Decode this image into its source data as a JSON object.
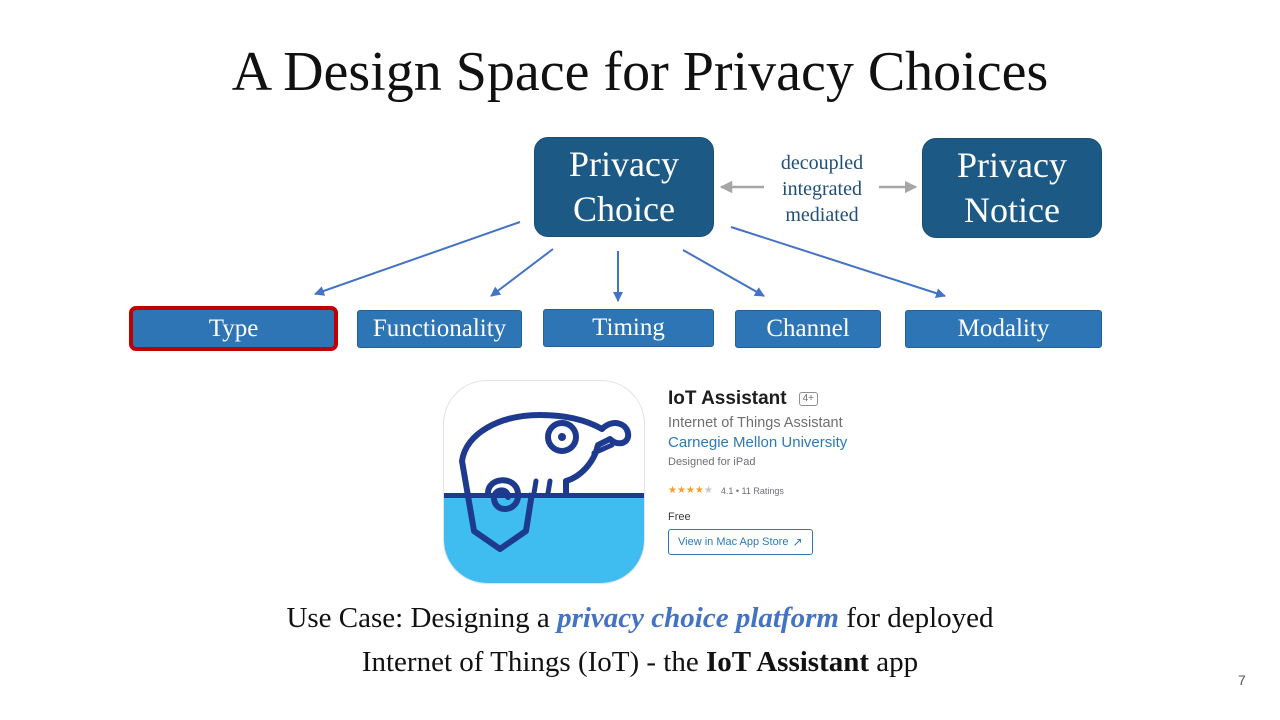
{
  "slide": {
    "title": "A Design Space for Privacy Choices",
    "page_number": "7"
  },
  "diagram": {
    "privacy_choice": {
      "line1": "Privacy",
      "line2": "Choice"
    },
    "privacy_notice": {
      "line1": "Privacy",
      "line2": "Notice"
    },
    "relations": [
      "decoupled",
      "integrated",
      "mediated"
    ],
    "dimensions": [
      "Type",
      "Functionality",
      "Timing",
      "Channel",
      "Modality"
    ],
    "selected_dimension": "Type",
    "colors": {
      "dark_box": "#1c5a85",
      "light_box": "#2e75b6",
      "highlight": "#c00000",
      "arrow": "#4472c4",
      "relation_arrow": "#a6a6a6"
    }
  },
  "app_store": {
    "icon": "chameleon-app-icon",
    "name": "IoT Assistant",
    "age_rating": "4+",
    "subtitle": "Internet of Things Assistant",
    "developer": "Carnegie Mellon University",
    "designed_for": "Designed for iPad",
    "stars": 4.1,
    "rating_text": "4.1 • 11 Ratings",
    "price": "Free",
    "button_label": "View in Mac App Store",
    "button_icon": "external-arrow-icon"
  },
  "caption": {
    "line1_prefix": "Use Case: Designing a ",
    "line1_emphasis": "privacy choice platform",
    "line1_suffix": " for deployed",
    "line2_prefix": "Internet of Things (IoT) - the ",
    "line2_bold": "IoT Assistant",
    "line2_suffix": " app"
  }
}
